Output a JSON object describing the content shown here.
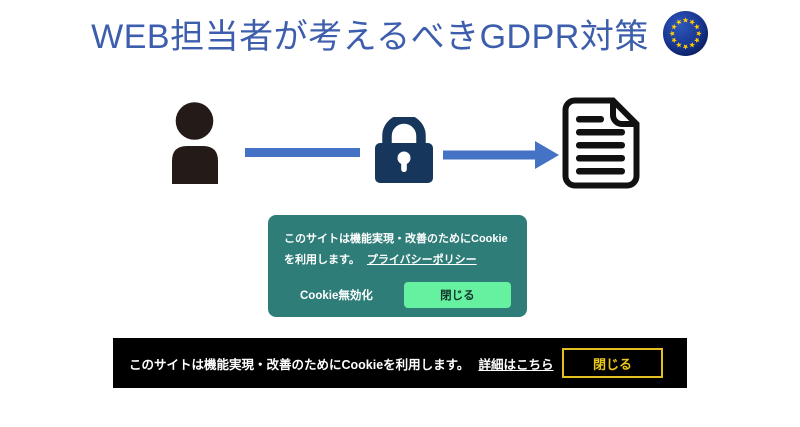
{
  "page": {
    "background": "#ffffff"
  },
  "title": {
    "text": "WEB担当者が考えるべきGDPR対策",
    "color": "#3D5EAC"
  },
  "flow_diagram": {
    "user_icon": "user-silhouette-icon",
    "lock_icon": "padlock-icon",
    "document_icon": "document-icon",
    "eu_flag_icon": "eu-flag-icon",
    "connector_color": "#4472C4",
    "lock_color": "#16365C",
    "user_color": "#241A17"
  },
  "cookie_dialog": {
    "background": "#2E7D78",
    "message": "このサイトは機能実現・改善のためにCookieを利用します。",
    "privacy_link_label": "プライバシーポリシー",
    "disable_button_label": "Cookie無効化",
    "close_button_label": "閉じる",
    "close_button_color": "#66F1A0"
  },
  "cookie_bar": {
    "background": "#000000",
    "message": "このサイトは機能実現・改善のためにCookieを利用します。",
    "details_link_label": "詳細はこちら",
    "close_button_label": "閉じる",
    "accent_color": "#E5C01E"
  }
}
